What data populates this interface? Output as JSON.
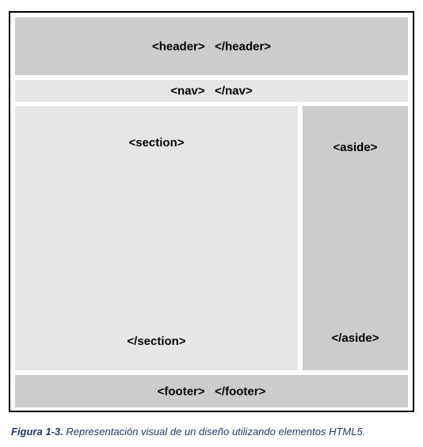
{
  "diagram": {
    "header": {
      "open": "<header>",
      "close": "</header>"
    },
    "nav": {
      "open": "<nav>",
      "close": "</nav>"
    },
    "section": {
      "open": "<section>",
      "close": "</section>"
    },
    "aside": {
      "open": "<aside>",
      "close": "</aside>"
    },
    "footer": {
      "open": "<footer>",
      "close": "</footer>"
    }
  },
  "caption": {
    "figure_label": "Figura 1-3.",
    "text": " Representación visual de un diseño utilizando elementos HTML5."
  }
}
